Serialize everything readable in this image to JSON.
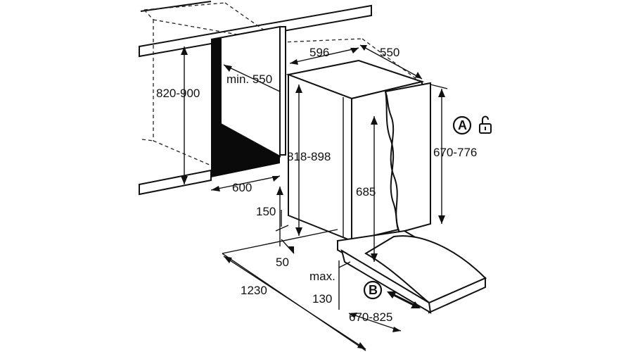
{
  "dimensions": {
    "cabinet_width": "596",
    "cabinet_depth": "550",
    "niche_height": "820-900",
    "niche_min_depth": "min. 550",
    "niche_width": "600",
    "appliance_height": "818-898",
    "inner_height": "685",
    "door_panel_height": "670-776",
    "plinth_height": "150",
    "plinth_offset": "50",
    "total_depth": "1230",
    "max_label": "max.",
    "max_value": "130",
    "door_panel_depth": "670-825"
  },
  "markers": {
    "a_label": "A",
    "b_label": "B"
  },
  "icons": {
    "lock": "lock-icon",
    "double_arrow": "double-arrow-icon"
  },
  "colors": {
    "stroke": "#111111",
    "background": "#ffffff"
  }
}
